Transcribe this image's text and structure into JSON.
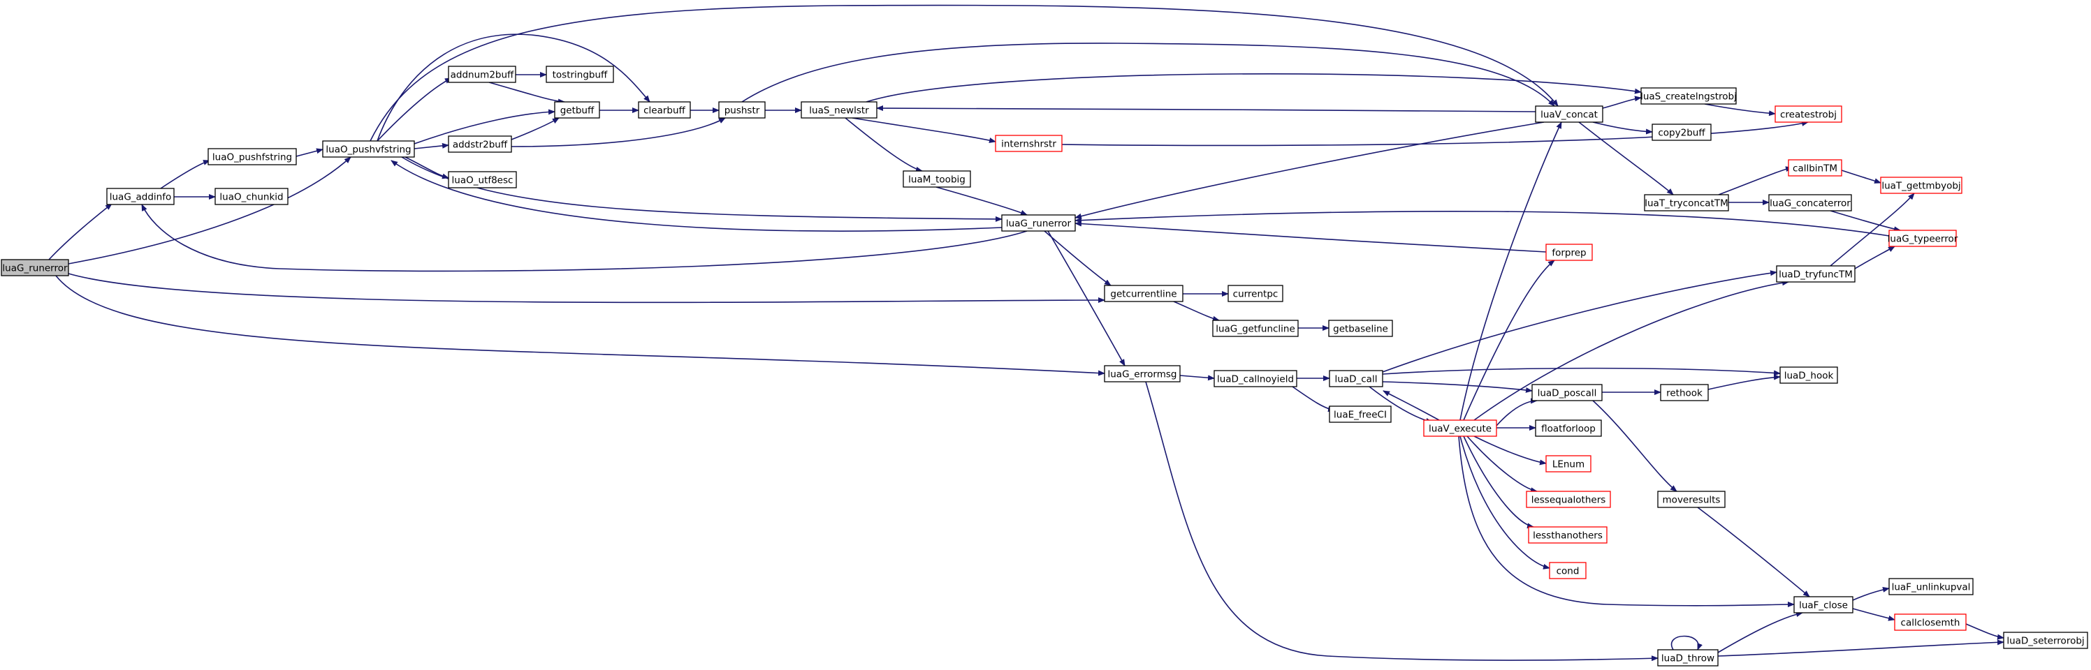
{
  "colors": {
    "edge": "#191970",
    "node_border": "#000000",
    "node_border_red": "#ff0000",
    "node_fill": "#ffffff",
    "root_fill": "#bfbfbf"
  },
  "graph": {
    "nodes": [
      {
        "id": "luaG_runerror_root",
        "label": "luaG_runerror",
        "style": "root"
      },
      {
        "id": "luaG_addinfo",
        "label": "luaG_addinfo",
        "style": "normal"
      },
      {
        "id": "luaO_pushfstring",
        "label": "luaO_pushfstring",
        "style": "normal"
      },
      {
        "id": "luaO_chunkid",
        "label": "luaO_chunkid",
        "style": "normal"
      },
      {
        "id": "luaO_pushvfstring",
        "label": "luaO_pushvfstring",
        "style": "normal"
      },
      {
        "id": "addnum2buff",
        "label": "addnum2buff",
        "style": "normal"
      },
      {
        "id": "tostringbuff",
        "label": "tostringbuff",
        "style": "normal"
      },
      {
        "id": "getbuff",
        "label": "getbuff",
        "style": "normal"
      },
      {
        "id": "clearbuff",
        "label": "clearbuff",
        "style": "normal"
      },
      {
        "id": "addstr2buff",
        "label": "addstr2buff",
        "style": "normal"
      },
      {
        "id": "luaO_utf8esc",
        "label": "luaO_utf8esc",
        "style": "normal"
      },
      {
        "id": "pushstr",
        "label": "pushstr",
        "style": "normal"
      },
      {
        "id": "luaS_newlstr",
        "label": "luaS_newlstr",
        "style": "normal"
      },
      {
        "id": "internshrstr",
        "label": "internshrstr",
        "style": "red"
      },
      {
        "id": "luaM_toobig",
        "label": "luaM_toobig",
        "style": "normal"
      },
      {
        "id": "luaG_runerror",
        "label": "luaG_runerror",
        "style": "normal"
      },
      {
        "id": "getcurrentline",
        "label": "getcurrentline",
        "style": "normal"
      },
      {
        "id": "currentpc",
        "label": "currentpc",
        "style": "normal"
      },
      {
        "id": "luaG_getfuncline",
        "label": "luaG_getfuncline",
        "style": "normal"
      },
      {
        "id": "getbaseline",
        "label": "getbaseline",
        "style": "normal"
      },
      {
        "id": "luaG_errormsg",
        "label": "luaG_errormsg",
        "style": "normal"
      },
      {
        "id": "luaD_callnoyield",
        "label": "luaD_callnoyield",
        "style": "normal"
      },
      {
        "id": "luaD_call",
        "label": "luaD_call",
        "style": "normal"
      },
      {
        "id": "luaE_freeCI",
        "label": "luaE_freeCI",
        "style": "normal"
      },
      {
        "id": "luaV_execute",
        "label": "luaV_execute",
        "style": "red"
      },
      {
        "id": "luaV_concat",
        "label": "luaV_concat",
        "style": "normal"
      },
      {
        "id": "luaS_createlngstrobj",
        "label": "luaS_createlngstrobj",
        "style": "normal"
      },
      {
        "id": "createstrobj",
        "label": "createstrobj",
        "style": "red"
      },
      {
        "id": "copy2buff",
        "label": "copy2buff",
        "style": "normal"
      },
      {
        "id": "luaT_tryconcatTM",
        "label": "luaT_tryconcatTM",
        "style": "normal"
      },
      {
        "id": "callbinTM",
        "label": "callbinTM",
        "style": "red"
      },
      {
        "id": "luaT_gettmbyobj",
        "label": "luaT_gettmbyobj",
        "style": "red"
      },
      {
        "id": "luaG_concaterror",
        "label": "luaG_concaterror",
        "style": "normal"
      },
      {
        "id": "luaG_typeerror",
        "label": "luaG_typeerror",
        "style": "red"
      },
      {
        "id": "forprep",
        "label": "forprep",
        "style": "red"
      },
      {
        "id": "luaD_tryfuncTM",
        "label": "luaD_tryfuncTM",
        "style": "normal"
      },
      {
        "id": "luaD_poscall",
        "label": "luaD_poscall",
        "style": "normal"
      },
      {
        "id": "rethook",
        "label": "rethook",
        "style": "normal"
      },
      {
        "id": "luaD_hook",
        "label": "luaD_hook",
        "style": "normal"
      },
      {
        "id": "floatforloop",
        "label": "floatforloop",
        "style": "normal"
      },
      {
        "id": "LEnum",
        "label": "LEnum",
        "style": "red"
      },
      {
        "id": "lessequalothers",
        "label": "lessequalothers",
        "style": "red"
      },
      {
        "id": "moveresults",
        "label": "moveresults",
        "style": "normal"
      },
      {
        "id": "lessthanothers",
        "label": "lessthanothers",
        "style": "red"
      },
      {
        "id": "cond",
        "label": "cond",
        "style": "red"
      },
      {
        "id": "luaF_unlinkupval",
        "label": "luaF_unlinkupval",
        "style": "normal"
      },
      {
        "id": "luaF_close",
        "label": "luaF_close",
        "style": "normal"
      },
      {
        "id": "callclosemth",
        "label": "callclosemth",
        "style": "red"
      },
      {
        "id": "luaD_throw",
        "label": "luaD_throw",
        "style": "normal"
      },
      {
        "id": "luaD_seterrorobj",
        "label": "luaD_seterrorobj",
        "style": "normal"
      }
    ],
    "edges": [
      [
        "luaG_runerror_root",
        "luaG_addinfo"
      ],
      [
        "luaG_runerror_root",
        "luaO_pushvfstring"
      ],
      [
        "luaG_runerror_root",
        "getcurrentline"
      ],
      [
        "luaG_runerror_root",
        "luaG_errormsg"
      ],
      [
        "luaG_addinfo",
        "luaO_pushfstring"
      ],
      [
        "luaG_addinfo",
        "luaO_chunkid"
      ],
      [
        "luaO_pushfstring",
        "luaO_pushvfstring"
      ],
      [
        "luaO_pushvfstring",
        "addnum2buff"
      ],
      [
        "luaO_pushvfstring",
        "getbuff"
      ],
      [
        "luaO_pushvfstring",
        "clearbuff"
      ],
      [
        "luaO_pushvfstring",
        "addstr2buff"
      ],
      [
        "luaO_pushvfstring",
        "luaO_utf8esc"
      ],
      [
        "luaO_pushvfstring",
        "luaV_concat"
      ],
      [
        "luaO_pushvfstring",
        "luaG_runerror"
      ],
      [
        "addnum2buff",
        "tostringbuff"
      ],
      [
        "addnum2buff",
        "getbuff"
      ],
      [
        "addstr2buff",
        "getbuff"
      ],
      [
        "addstr2buff",
        "pushstr"
      ],
      [
        "getbuff",
        "clearbuff"
      ],
      [
        "clearbuff",
        "pushstr"
      ],
      [
        "pushstr",
        "luaS_newlstr"
      ],
      [
        "pushstr",
        "luaV_concat"
      ],
      [
        "luaS_newlstr",
        "internshrstr"
      ],
      [
        "luaS_newlstr",
        "luaM_toobig"
      ],
      [
        "luaS_newlstr",
        "luaS_createlngstrobj"
      ],
      [
        "internshrstr",
        "createstrobj"
      ],
      [
        "luaM_toobig",
        "luaG_runerror"
      ],
      [
        "luaG_runerror",
        "luaG_addinfo"
      ],
      [
        "luaG_runerror",
        "luaO_pushvfstring"
      ],
      [
        "luaG_runerror",
        "getcurrentline"
      ],
      [
        "luaG_runerror",
        "luaG_errormsg"
      ],
      [
        "getcurrentline",
        "currentpc"
      ],
      [
        "getcurrentline",
        "luaG_getfuncline"
      ],
      [
        "luaG_getfuncline",
        "getbaseline"
      ],
      [
        "luaG_errormsg",
        "luaD_callnoyield"
      ],
      [
        "luaG_errormsg",
        "luaD_throw"
      ],
      [
        "luaD_callnoyield",
        "luaD_call"
      ],
      [
        "luaD_callnoyield",
        "luaE_freeCI"
      ],
      [
        "luaD_call",
        "luaV_execute"
      ],
      [
        "luaD_call",
        "luaD_poscall"
      ],
      [
        "luaD_call",
        "luaD_hook"
      ],
      [
        "luaD_call",
        "luaD_tryfuncTM"
      ],
      [
        "luaV_execute",
        "luaD_call"
      ],
      [
        "luaV_execute",
        "luaV_concat"
      ],
      [
        "luaV_execute",
        "forprep"
      ],
      [
        "luaV_execute",
        "luaD_tryfuncTM"
      ],
      [
        "luaV_execute",
        "luaD_poscall"
      ],
      [
        "luaV_execute",
        "floatforloop"
      ],
      [
        "luaV_execute",
        "LEnum"
      ],
      [
        "luaV_execute",
        "lessequalothers"
      ],
      [
        "luaV_execute",
        "lessthanothers"
      ],
      [
        "luaV_execute",
        "cond"
      ],
      [
        "luaV_execute",
        "luaF_close"
      ],
      [
        "luaV_concat",
        "luaS_newlstr"
      ],
      [
        "luaV_concat",
        "luaS_createlngstrobj"
      ],
      [
        "luaV_concat",
        "copy2buff"
      ],
      [
        "luaV_concat",
        "luaT_tryconcatTM"
      ],
      [
        "luaV_concat",
        "luaG_runerror"
      ],
      [
        "luaS_createlngstrobj",
        "createstrobj"
      ],
      [
        "luaT_tryconcatTM",
        "callbinTM"
      ],
      [
        "luaT_tryconcatTM",
        "luaG_concaterror"
      ],
      [
        "callbinTM",
        "luaT_gettmbyobj"
      ],
      [
        "luaG_concaterror",
        "luaG_typeerror"
      ],
      [
        "luaG_typeerror",
        "luaG_runerror"
      ],
      [
        "forprep",
        "luaG_runerror"
      ],
      [
        "luaD_tryfuncTM",
        "luaT_gettmbyobj"
      ],
      [
        "luaD_tryfuncTM",
        "luaG_typeerror"
      ],
      [
        "luaD_poscall",
        "rethook"
      ],
      [
        "luaD_poscall",
        "moveresults"
      ],
      [
        "rethook",
        "luaD_hook"
      ],
      [
        "moveresults",
        "luaF_close"
      ],
      [
        "luaF_close",
        "luaF_unlinkupval"
      ],
      [
        "luaF_close",
        "callclosemth"
      ],
      [
        "callclosemth",
        "luaD_seterrorobj"
      ],
      [
        "luaD_throw",
        "luaD_throw"
      ],
      [
        "luaD_throw",
        "luaF_close"
      ],
      [
        "luaD_throw",
        "luaD_seterrorobj"
      ]
    ]
  }
}
